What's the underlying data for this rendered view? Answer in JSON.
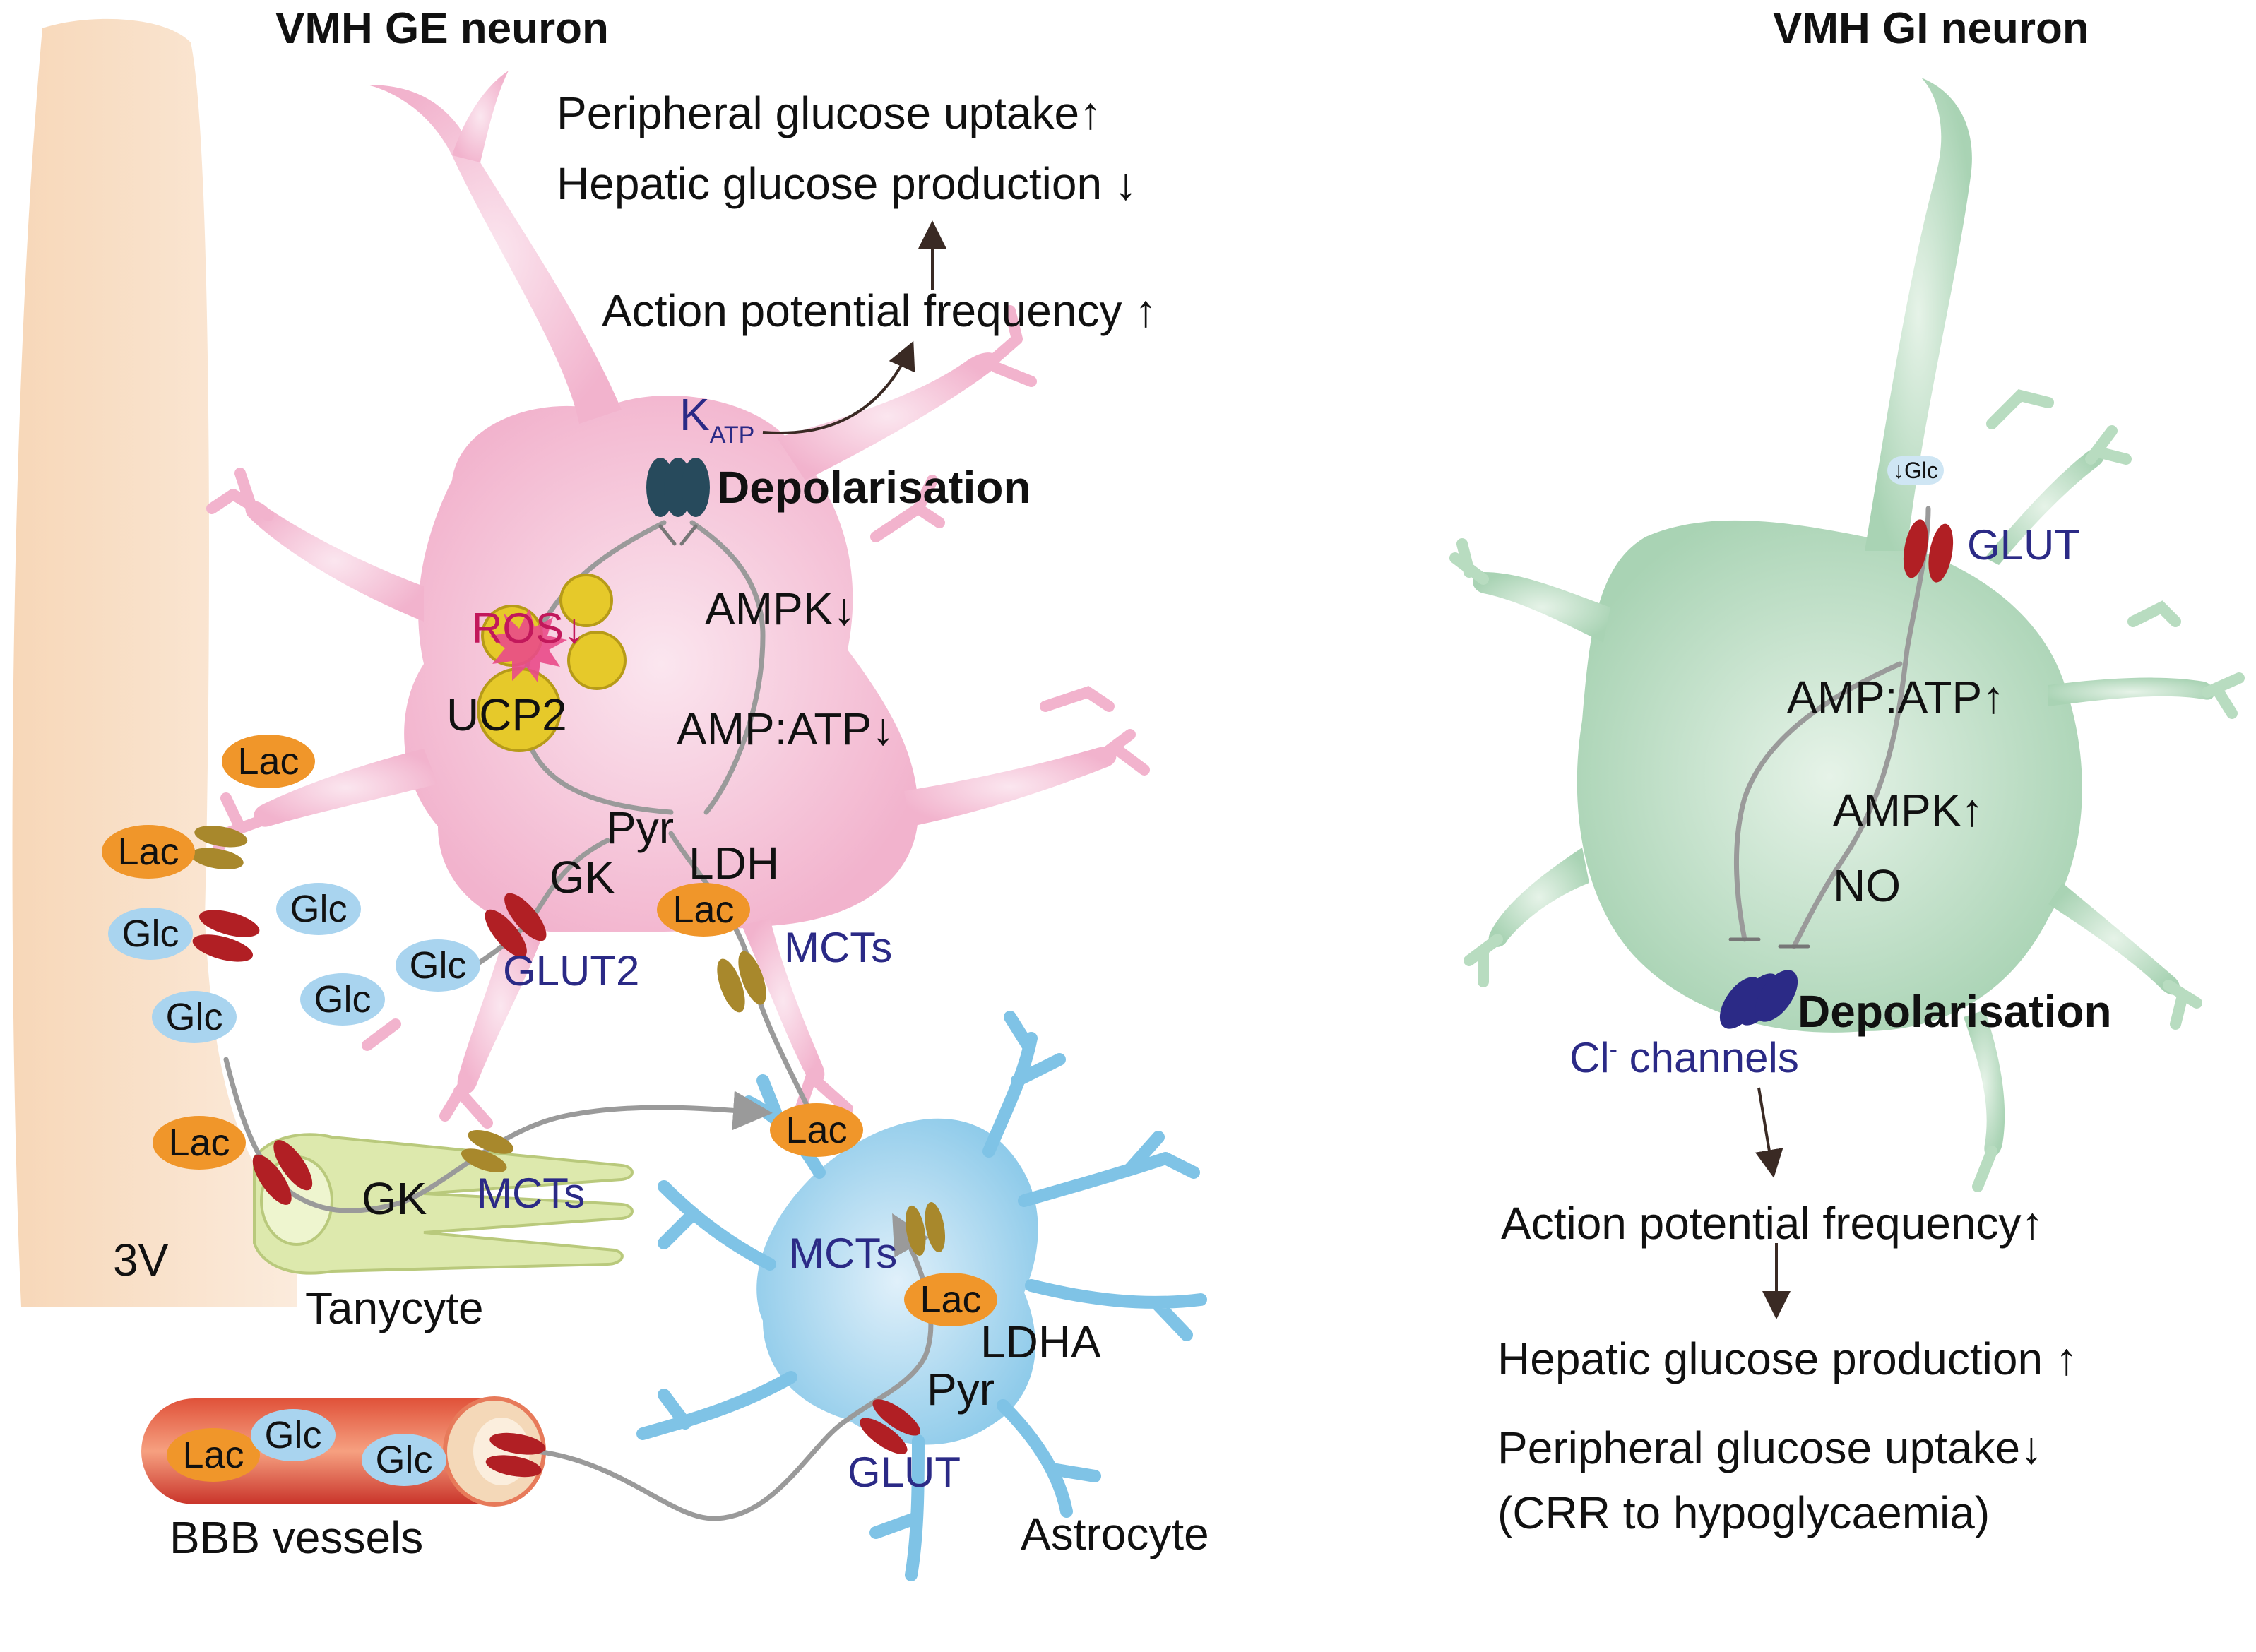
{
  "ge_neuron": {
    "title": "VMH GE neuron",
    "effects": {
      "uptake": "Peripheral glucose uptake↑",
      "hepatic": "Hepatic glucose production ↓",
      "ap": "Action potential frequency ↑"
    },
    "katp_main": "K",
    "katp_sub": "ATP",
    "depol": "Depolarisation",
    "ros": "ROS↓",
    "ampk": "AMPK↓",
    "ucp2": "UCP2",
    "ampatp": "AMP:ATP↓",
    "pyr": "Pyr",
    "gk": "GK",
    "ldh": "LDH",
    "lac": "Lac",
    "glut2": "GLUT2",
    "mcts": "MCTs",
    "glc": "Glc"
  },
  "left_region": {
    "lac1": "Lac",
    "lac2": "Lac",
    "lac3": "Lac",
    "glc1": "Glc",
    "glc2": "Glc",
    "glc3": "Glc",
    "glc4": "Glc",
    "third_ventricle": "3V",
    "tanycyte": "Tanycyte",
    "tany_gk": "GK",
    "tany_mcts": "MCTs"
  },
  "bbb": {
    "label": "BBB vessels",
    "lac": "Lac",
    "glc1": "Glc",
    "glc2": "Glc"
  },
  "astrocyte": {
    "label": "Astrocyte",
    "lac_top": "Lac",
    "mcts": "MCTs",
    "lac": "Lac",
    "ldha": "LDHA",
    "pyr": "Pyr",
    "glut": "GLUT"
  },
  "gi_neuron": {
    "title": "VMH GI neuron",
    "glc": "↓Glc",
    "glut": "GLUT",
    "ampatp": "AMP:ATP↑",
    "ampk": "AMPK↑",
    "no": "NO",
    "depol": "Depolarisation",
    "cl_main": "Cl",
    "cl_sup": "-",
    "cl_rest": " channels",
    "ap": "Action potential frequency↑",
    "hepatic": "Hepatic glucose production ↑",
    "uptake": "Peripheral glucose uptake↓",
    "crr": "(CRR to hypoglycaemia)"
  },
  "colors": {
    "ge_neuron": "#f3b8d0",
    "gi_neuron": "#b8dcc0",
    "astrocyte": "#7fc3e6",
    "tanycyte": "#d9e6a8",
    "ventricle": "#f7dcc0",
    "lac": "#f0962a",
    "glc": "#a9d4ef",
    "glut": "#b11f24",
    "mct": "#a8882c",
    "katp": "#274a5c",
    "cl_channel": "#2b2a86"
  }
}
